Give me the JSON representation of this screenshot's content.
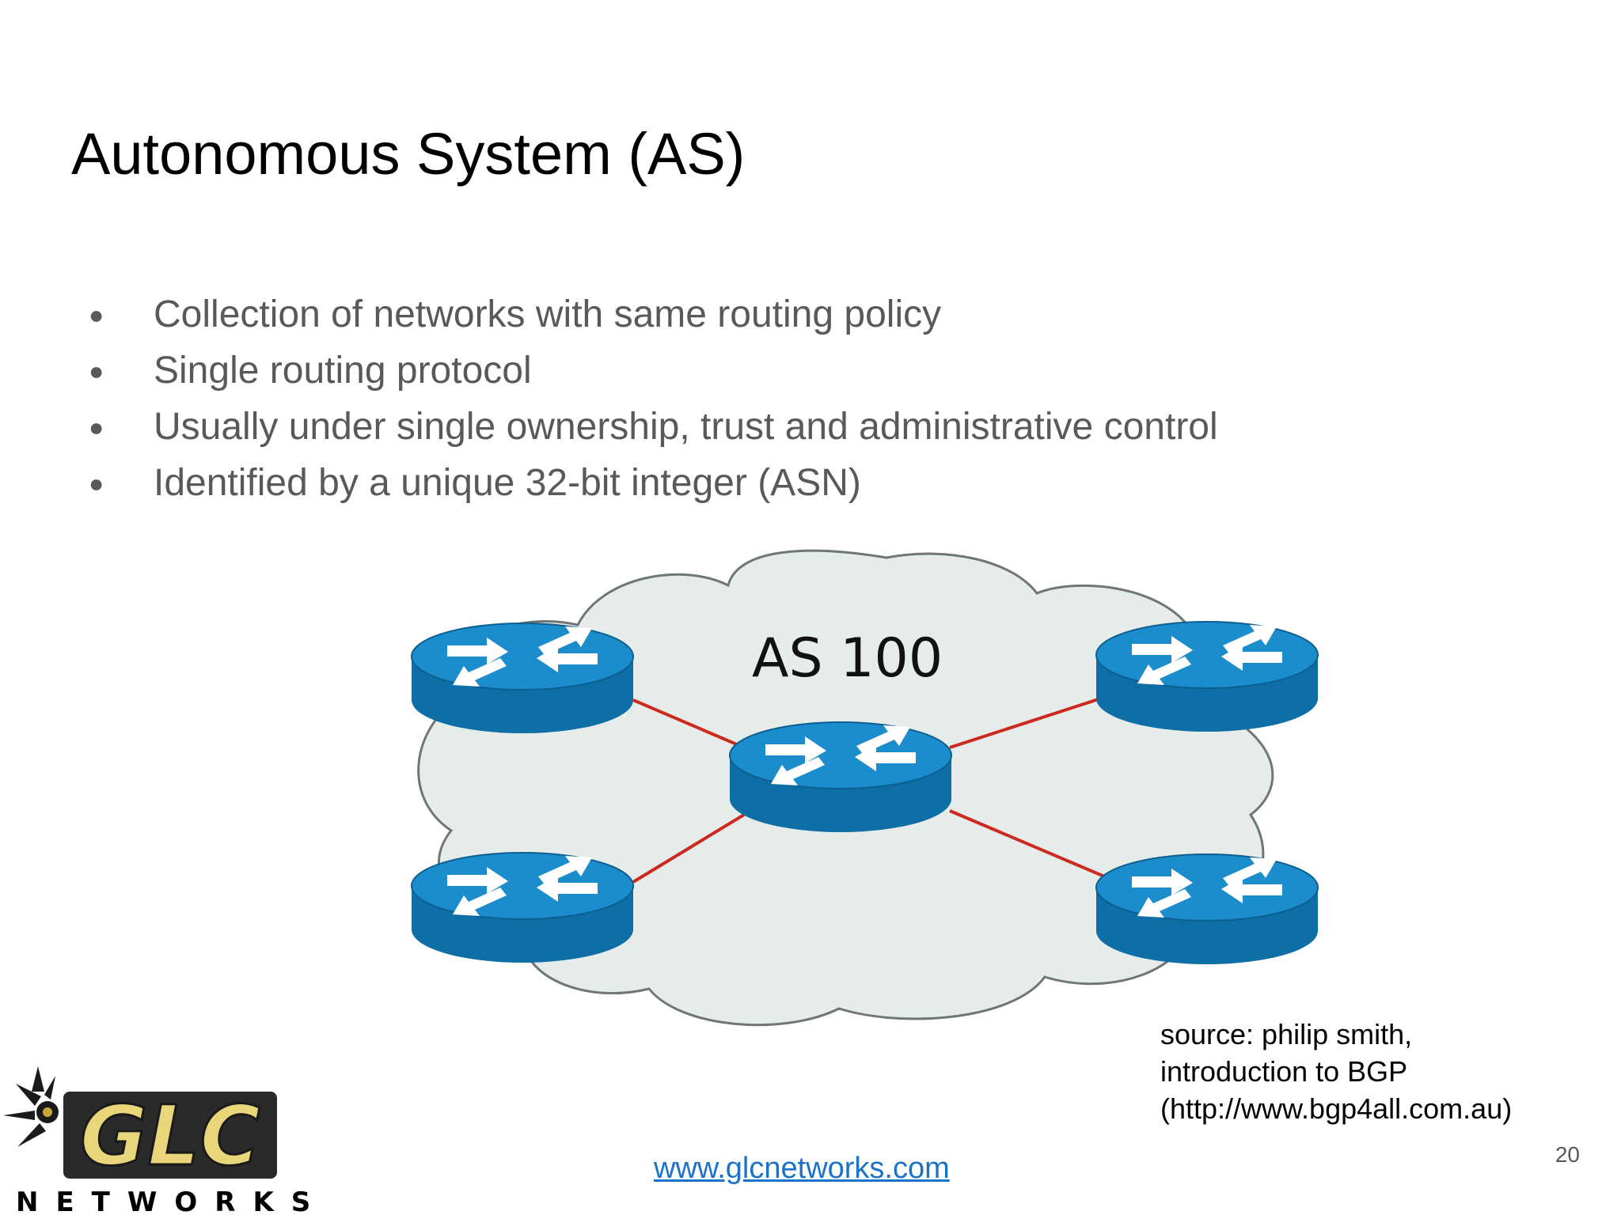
{
  "slide": {
    "title": "Autonomous System (AS)",
    "bullets": [
      "Collection of networks with same routing policy",
      "Single routing protocol",
      "Usually under single ownership, trust and administrative control",
      "Identified by a unique 32-bit integer (ASN)"
    ],
    "bullet_symbol": "●"
  },
  "diagram": {
    "as_label": "AS 100",
    "routers": [
      "router-top-left",
      "router-top-right",
      "router-center",
      "router-bottom-left",
      "router-bottom-right"
    ],
    "link_color": "#cc2a1e",
    "router_color": "#1b8ccc",
    "cloud_color": "#e6ecea"
  },
  "source": {
    "line1": "source: philip smith,",
    "line2": "introduction to BGP",
    "line3": "(http://www.bgp4all.com.au)"
  },
  "footer": {
    "link": "www.glcnetworks.com",
    "page_number": "20"
  },
  "logo": {
    "name": "GLC",
    "subtitle": "NETWORKS"
  }
}
